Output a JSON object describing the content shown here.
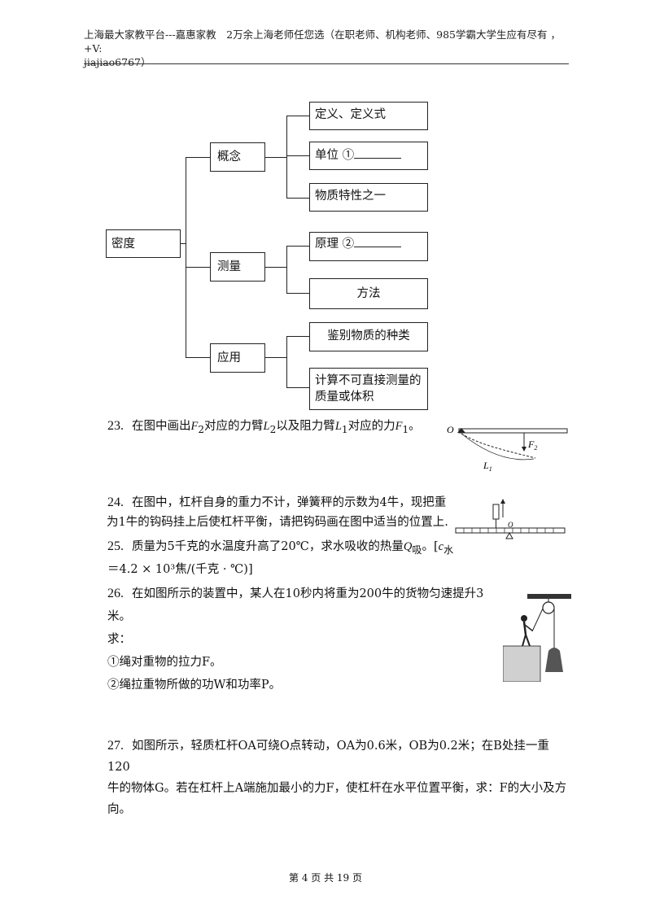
{
  "header": {
    "line1": "上海最大家教平台---嘉惠家教　2万余上海老师任您选（在职老师、机构老师、985学霸大学生应有尽有 ，+V:",
    "line2": "jiajiao6767）"
  },
  "concept_map": {
    "root": "密度",
    "branches": [
      {
        "label": "概念",
        "items": [
          "定义、定义式",
          "单位 ①",
          "物质特性之一"
        ]
      },
      {
        "label": "测量",
        "items": [
          "原理 ②",
          "方法"
        ]
      },
      {
        "label": "应用",
        "items": [
          "鉴别物质的种类",
          "计算不可直接测量的质量或体积"
        ]
      }
    ]
  },
  "questions": [
    {
      "num": "23.",
      "text_a": "在图中画出",
      "text_b": "对应的力臂",
      "text_c": "以及阻力臂",
      "text_d": "对应的力",
      "text_e": "。"
    },
    {
      "num": "24.",
      "line1": "在图中，杠杆自身的重力不计，弹簧秤的示数为4牛，现把重",
      "line2": "为1牛的钩码挂上后使杠杆平衡，请把钩码画在图中适当的位置上."
    },
    {
      "num": "25.",
      "text_a": "质量为5千克的水温度升高了20℃，求水吸收的热量",
      "text_b": "。[",
      "line2": "＝4.2 × 10³焦/(千克 · ℃)]"
    },
    {
      "num": "26.",
      "line1": "在如图所示的装置中，某人在10秒内将重为200牛的货物匀速提升3",
      "line2": "米。",
      "line3": "求：",
      "line4": "①绳对重物的拉力F。",
      "line5": "②绳拉重物所做的功W和功率P。"
    },
    {
      "num": "27.",
      "line1": "如图所示，轻质杠杆OA可绕O点转动，OA为0.6米，OB为0.2米；在B处挂一重120",
      "line2": "牛的物体G。若在杠杆上A端施加最小的力F，使杠杆在水平位置平衡，求：F的大小及方",
      "line3": "向。"
    }
  ],
  "figure_labels": {
    "o": "O",
    "f2": "F",
    "l1": "L"
  },
  "footer": "第 4 页 共 19 页"
}
